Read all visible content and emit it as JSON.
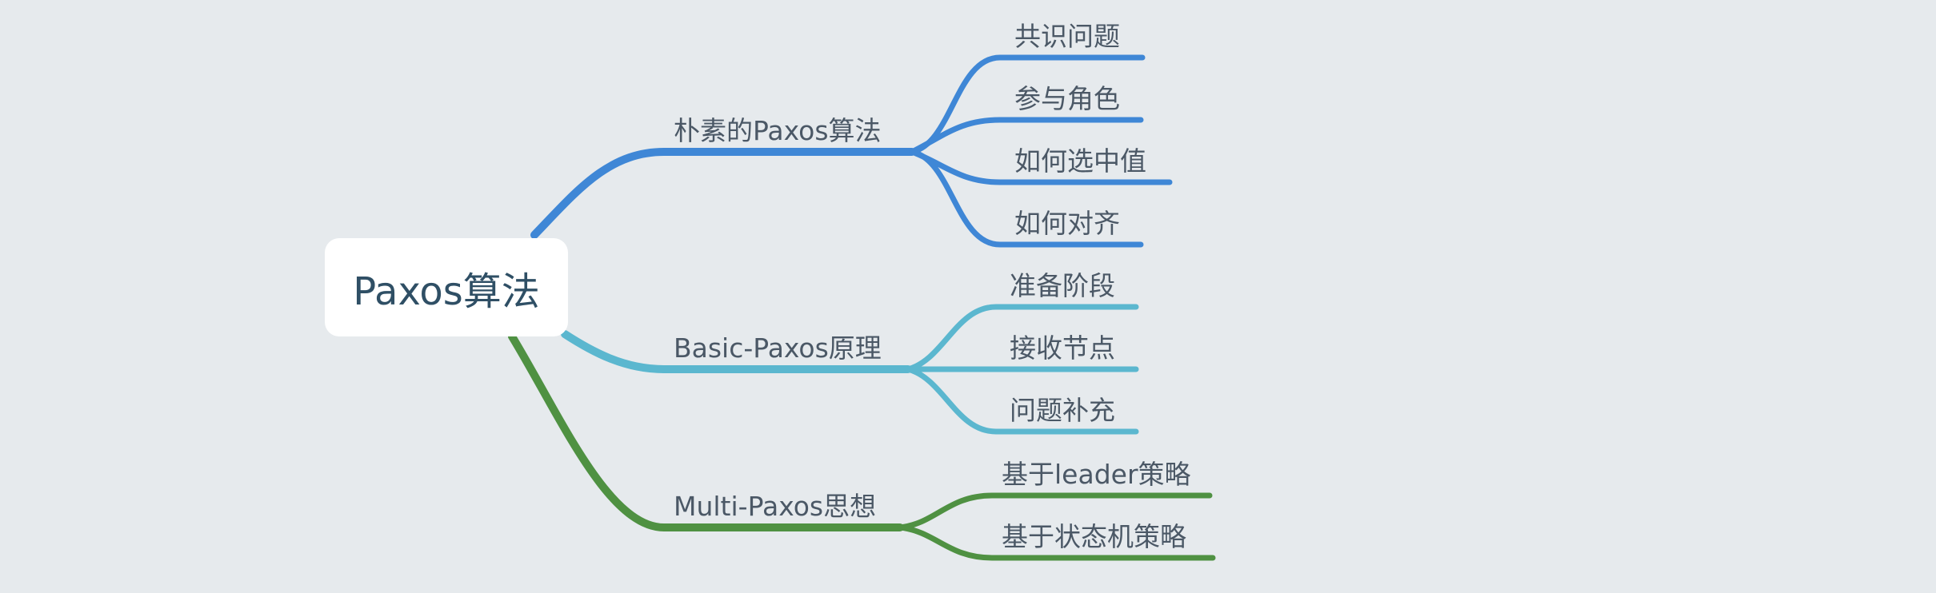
{
  "root": {
    "label": "Paxos算法"
  },
  "colors": {
    "background": "#e6eaed",
    "root_fill": "#ffffff",
    "root_text": "#2f4f65",
    "label_text": "#4b5866",
    "branch_blue": "#3f87d6",
    "branch_cyan": "#5bb7cf",
    "branch_green": "#4f9142"
  },
  "branches": [
    {
      "label": "朴素的Paxos算法",
      "color": "#3f87d6",
      "children": [
        {
          "label": "共识问题"
        },
        {
          "label": "参与角色"
        },
        {
          "label": "如何选中值"
        },
        {
          "label": "如何对齐"
        }
      ]
    },
    {
      "label": "Basic-Paxos原理",
      "color": "#5bb7cf",
      "children": [
        {
          "label": "准备阶段"
        },
        {
          "label": "接收节点"
        },
        {
          "label": "问题补充"
        }
      ]
    },
    {
      "label": "Multi-Paxos思想",
      "color": "#4f9142",
      "children": [
        {
          "label": "基于leader策略"
        },
        {
          "label": "基于状态机策略"
        }
      ]
    }
  ]
}
